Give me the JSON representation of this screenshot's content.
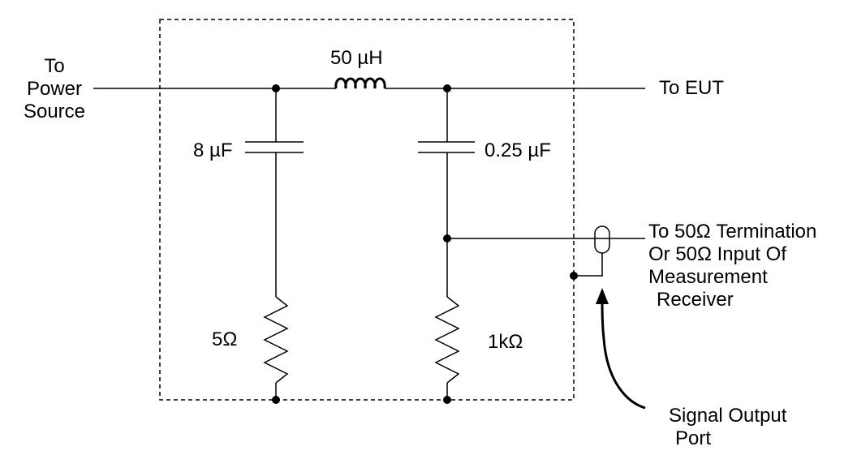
{
  "colors": {
    "ink": "#000000",
    "background": "#ffffff"
  },
  "labels": {
    "power_source": [
      "To",
      "Power",
      "Source"
    ],
    "inductor": "50 µH",
    "to_eut": "To EUT",
    "cap_8uf": "8 µF",
    "cap_025uf": "0.25 µF",
    "termination": [
      "To 50Ω  Termination",
      "Or 50Ω  Input Of",
      "Measurement",
      "Receiver"
    ],
    "res_5ohm": "5Ω",
    "res_1kohm": "1kΩ",
    "signal_output_port": [
      "Signal Output",
      "Port"
    ]
  }
}
